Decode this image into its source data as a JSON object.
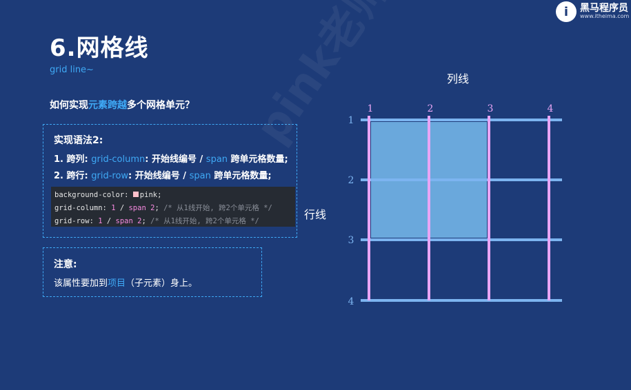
{
  "logo": {
    "badge": "i",
    "name": "黑马程序员",
    "url": "www.itheima.com"
  },
  "title": "6.网格线",
  "subtitle": "grid line~",
  "question": {
    "pre": "如何实现",
    "highlight": "元素跨越",
    "post": "多个网格单元？"
  },
  "syntax": {
    "heading": "实现语法2:",
    "line1": {
      "a": "1. 跨列: ",
      "b": "grid-column",
      "c": ": 开始线编号 / ",
      "d": "span",
      "e": " 跨单元格数量;"
    },
    "line2": {
      "a": "2. 跨行: ",
      "b": "grid-row",
      "c": ": 开始线编号 / ",
      "d": "span",
      "e": " 跨单元格数量;"
    }
  },
  "code": {
    "l1": {
      "prop": "background-color: ",
      "val": "pink;"
    },
    "l2": {
      "prop": "grid-column: ",
      "n1": "1",
      "sep": " / ",
      "kw": "span",
      "n2": " 2",
      "end": ";",
      "cmt": "   /* 从1线开始, 跨2个单元格 */"
    },
    "l3": {
      "prop": "grid-row: ",
      "n1": "1",
      "sep": " / ",
      "kw": "span",
      "n2": " 2",
      "end": ";",
      "cmt": "    /* 从1线开始, 跨2个单元格 */"
    }
  },
  "note": {
    "title": "注意:",
    "text": {
      "a": "该属性要加到",
      "b": "项目",
      "c": "（子元素）身上。"
    }
  },
  "watermark": "pink老师",
  "grid": {
    "col_title": "列线",
    "row_title": "行线",
    "col_labels": [
      "1",
      "2",
      "3",
      "4"
    ],
    "row_labels": [
      "1",
      "2",
      "3",
      "4"
    ],
    "col_line_color": "#e9a5f5",
    "row_line_color": "#7cb4f0",
    "cell_color": "#6aa8dc",
    "label_col_color": "#e9a5f5",
    "label_row_color": "#7cb4f0"
  }
}
